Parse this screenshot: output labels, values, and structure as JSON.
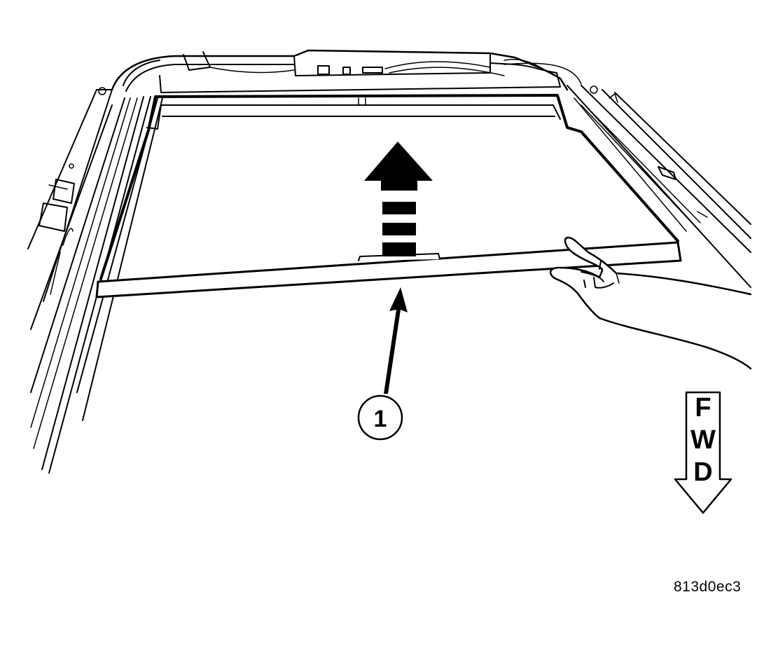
{
  "callout": {
    "number": "1"
  },
  "direction_indicator": {
    "letters": [
      "F",
      "W",
      "D"
    ]
  },
  "figure_id": "813d0ec3",
  "colors": {
    "ink": "#000000",
    "paper": "#ffffff"
  }
}
